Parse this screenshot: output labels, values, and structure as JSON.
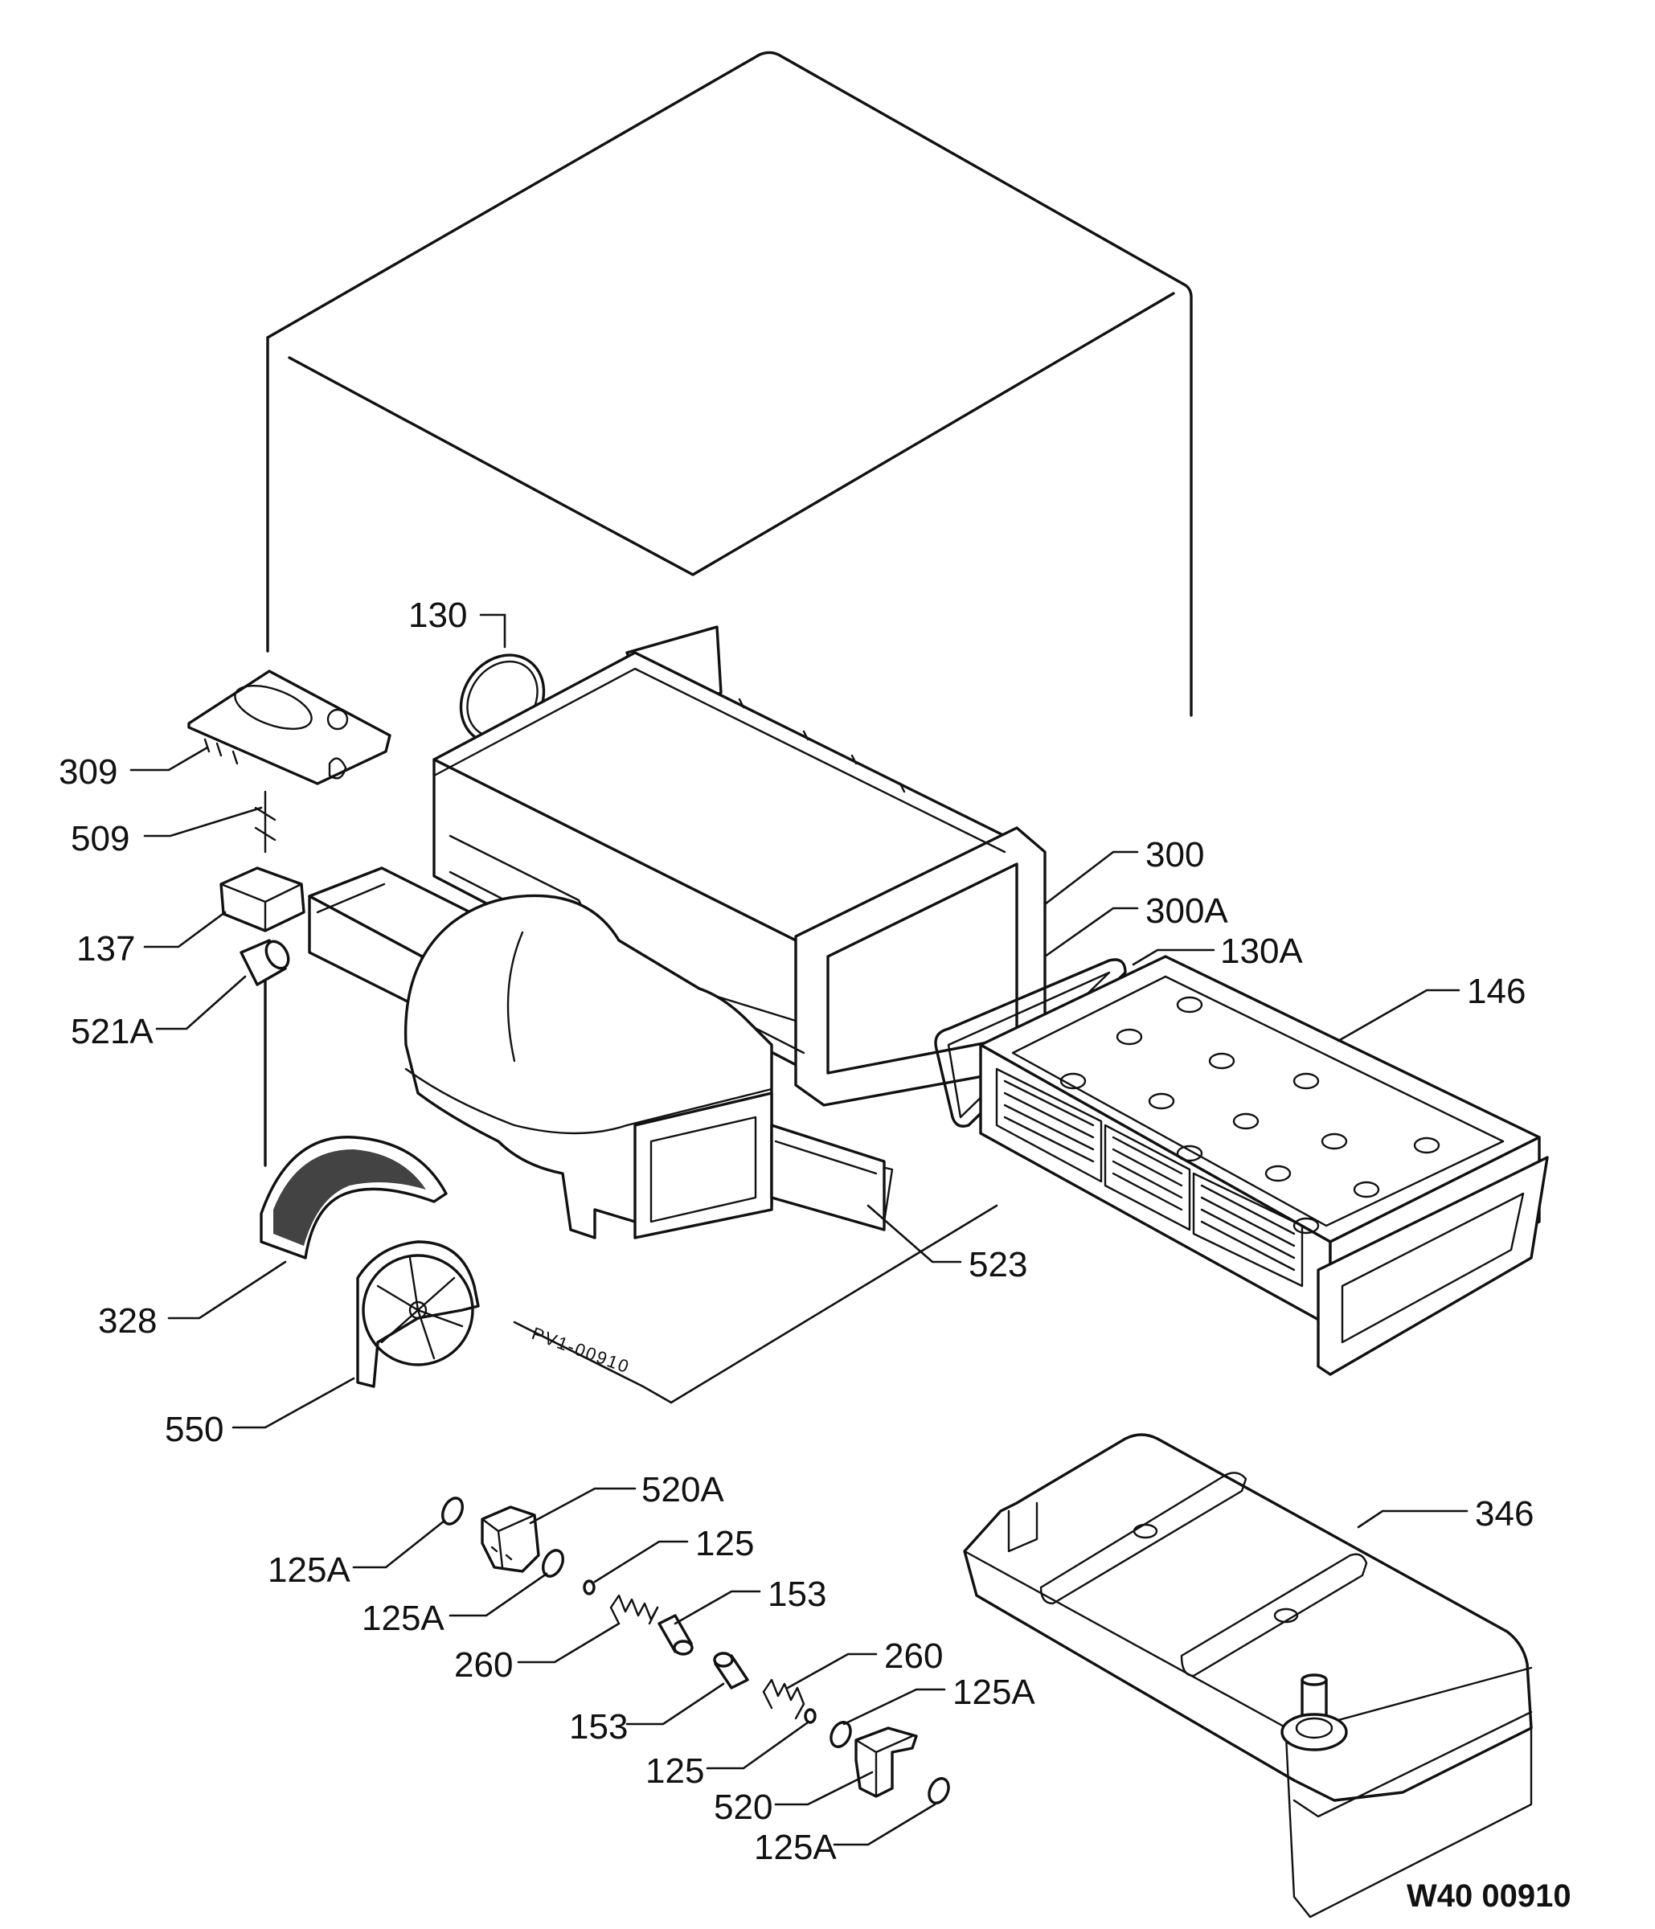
{
  "drawing_code": "W40 00910",
  "part_stamp": "PV1-00910",
  "labels": [
    {
      "id": "l130",
      "text": "130"
    },
    {
      "id": "l309",
      "text": "309"
    },
    {
      "id": "l509",
      "text": "509"
    },
    {
      "id": "l137",
      "text": "137"
    },
    {
      "id": "l521a",
      "text": "521A"
    },
    {
      "id": "l300",
      "text": "300"
    },
    {
      "id": "l300a",
      "text": "300A"
    },
    {
      "id": "l130a",
      "text": "130A"
    },
    {
      "id": "l146",
      "text": "146"
    },
    {
      "id": "l523",
      "text": "523"
    },
    {
      "id": "l328",
      "text": "328"
    },
    {
      "id": "l550",
      "text": "550"
    },
    {
      "id": "l520a",
      "text": "520A"
    },
    {
      "id": "l125a_1",
      "text": "125A"
    },
    {
      "id": "l125_1",
      "text": "125"
    },
    {
      "id": "l125a_2",
      "text": "125A"
    },
    {
      "id": "l153_1",
      "text": "153"
    },
    {
      "id": "l260_1",
      "text": "260"
    },
    {
      "id": "l346",
      "text": "346"
    },
    {
      "id": "l260_2",
      "text": "260"
    },
    {
      "id": "l153_2",
      "text": "153"
    },
    {
      "id": "l125a_3",
      "text": "125A"
    },
    {
      "id": "l125_2",
      "text": "125"
    },
    {
      "id": "l520",
      "text": "520"
    },
    {
      "id": "l125a_4",
      "text": "125A"
    }
  ]
}
